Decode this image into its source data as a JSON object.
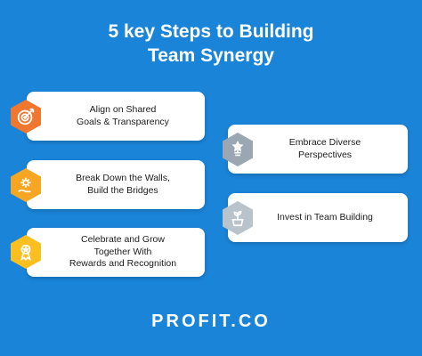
{
  "title": {
    "line1": "5 key Steps to Building",
    "line2": "Team Synergy"
  },
  "steps_left": [
    {
      "text": "Align on Shared\nGoals & Transparency",
      "icon": "target-icon",
      "color": "#f0772f"
    },
    {
      "text": "Break Down the Walls,\nBuild the Bridges",
      "icon": "settings-hand-icon",
      "color": "#f6a623"
    },
    {
      "text": "Celebrate and Grow\nTogether With\nRewards and Recognition",
      "icon": "award-icon",
      "color": "#fbbf1f"
    }
  ],
  "steps_right": [
    {
      "text": "Embrace Diverse\nPerspectives",
      "icon": "star-trophy-icon",
      "color": "#9aa7b3"
    },
    {
      "text": "Invest in Team Building",
      "icon": "growth-plant-icon",
      "color": "#b9c3cb"
    }
  ],
  "logo": "PROFIT.CO",
  "colors": {
    "background": "#1a84d8",
    "card": "#ffffff",
    "text": "#1b1b1b"
  }
}
